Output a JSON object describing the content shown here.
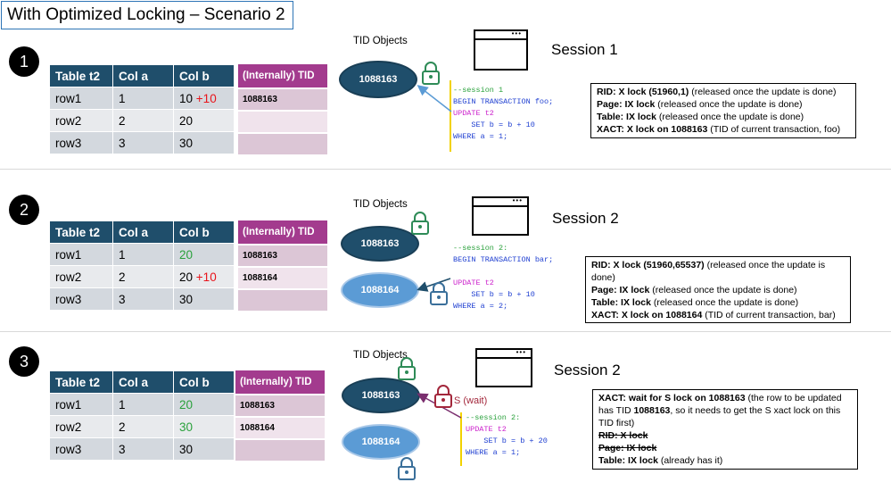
{
  "title": "With Optimized Locking – Scenario 2",
  "tid_objects_label": "TID Objects",
  "steps": [
    {
      "number": "1",
      "table": {
        "headers": [
          "Table t2",
          "Col a",
          "Col b"
        ],
        "rows": [
          {
            "name": "row1",
            "a": "1",
            "b": "10",
            "b_extra": "+10"
          },
          {
            "name": "row2",
            "a": "2",
            "b": "20",
            "b_extra": ""
          },
          {
            "name": "row3",
            "a": "3",
            "b": "30",
            "b_extra": ""
          }
        ]
      },
      "tid_table": {
        "header": "(Internally) TID",
        "values": [
          "1088163",
          "",
          ""
        ]
      },
      "tid_objects": [
        "1088163"
      ],
      "session_title": "Session 1",
      "code": [
        "--session 1",
        "BEGIN TRANSACTION foo;",
        "UPDATE t2",
        "    SET b = b + 10",
        "WHERE a = 1;"
      ],
      "info": [
        {
          "bold": "RID: X lock (51960,1)",
          "text": " (released once the update is done)"
        },
        {
          "bold": "Page: IX lock",
          "text": " (released once the update is done)"
        },
        {
          "bold": "Table: IX lock",
          "text": " (released once the update is done)"
        },
        {
          "bold": "XACT: X lock on 1088163",
          "text": " (TID of current transaction, foo)"
        }
      ]
    },
    {
      "number": "2",
      "table": {
        "headers": [
          "Table t2",
          "Col a",
          "Col b"
        ],
        "rows": [
          {
            "name": "row1",
            "a": "1",
            "b": "20",
            "b_extra": ""
          },
          {
            "name": "row2",
            "a": "2",
            "b": "20",
            "b_extra": "+10"
          },
          {
            "name": "row3",
            "a": "3",
            "b": "30",
            "b_extra": ""
          }
        ]
      },
      "tid_table": {
        "header": "(Internally) TID",
        "values": [
          "1088163",
          "1088164",
          ""
        ]
      },
      "tid_objects": [
        "1088163",
        "1088164"
      ],
      "session_title": "Session 2",
      "code": [
        "--session 2:",
        "BEGIN TRANSACTION bar;",
        "UPDATE t2",
        "    SET b = b + 10",
        "WHERE a = 2;"
      ],
      "info": [
        {
          "bold": "RID: X lock (51960,65537)",
          "text": " (released once the update is done)"
        },
        {
          "bold": "Page: IX lock",
          "text": " (released once the update is done)"
        },
        {
          "bold": "Table: IX lock",
          "text": " (released once the update is done)"
        },
        {
          "bold": "XACT: X lock on 1088164",
          "text": " (TID of current transaction, bar)"
        }
      ]
    },
    {
      "number": "3",
      "table": {
        "headers": [
          "Table t2",
          "Col a",
          "Col b"
        ],
        "rows": [
          {
            "name": "row1",
            "a": "1",
            "b": "20",
            "b_extra": ""
          },
          {
            "name": "row2",
            "a": "2",
            "b": "30",
            "b_extra": ""
          },
          {
            "name": "row3",
            "a": "3",
            "b": "30",
            "b_extra": ""
          }
        ]
      },
      "tid_table": {
        "header": "(Internally) TID",
        "values": [
          "1088163",
          "1088164",
          ""
        ]
      },
      "tid_objects": [
        "1088163",
        "1088164"
      ],
      "wait_label": "S (wait)",
      "session_title": "Session 2",
      "code": [
        "--session 2:",
        "UPDATE t2",
        "    SET b = b + 20",
        "WHERE a = 1;"
      ],
      "info_first_bold": "XACT: wait for S lock on 1088163",
      "info_first_text_1": " (the row to be updated has TID ",
      "info_first_bold_2": "1088163",
      "info_first_text_2": ", so it needs to get the S xact lock on this TID first)",
      "info_rid": "RID: X lock",
      "info_page": "Page: IX lock",
      "info_table_bold": "Table: IX lock",
      "info_table_text": " (already has it)"
    }
  ],
  "colors": {
    "header_blue": "#1f4e6b",
    "tid_purple": "#a33b8e",
    "lock_green": "#2e8b57",
    "lock_blue": "#3a6f9a",
    "lock_red": "#a3273b",
    "highlight_red": "#e8141b",
    "highlight_green": "#2aa13c"
  }
}
